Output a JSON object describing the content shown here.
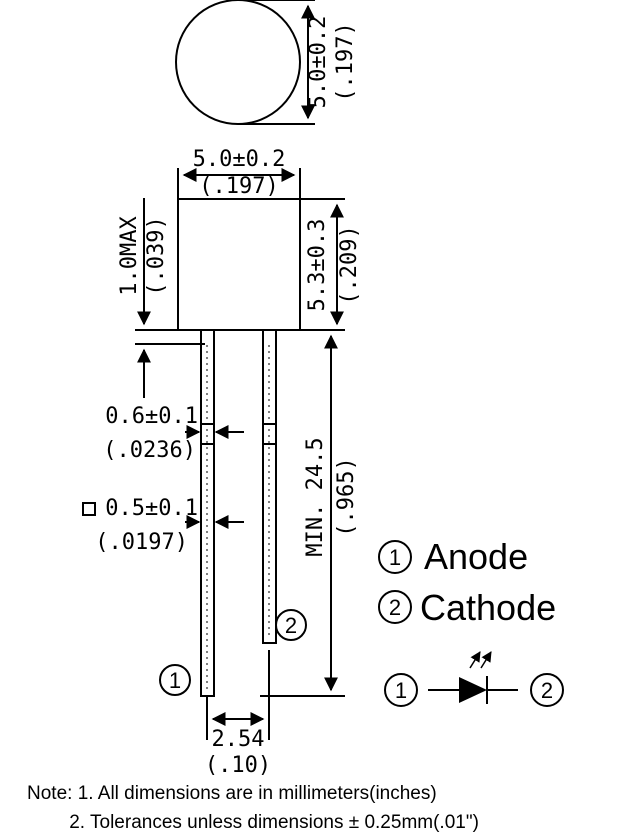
{
  "top_view": {
    "dia_mm": "5.0±0.2",
    "dia_in": "(.197)"
  },
  "side_view": {
    "width_mm": "5.0±0.2",
    "width_in": "(.197)",
    "height_mm": "5.3±0.3",
    "height_in": "(.209)",
    "flange_mm": "1.0MAX",
    "flange_in": "(.039)",
    "lead_length_mm": "MIN. 24.5",
    "lead_length_in": "(.965)",
    "lead_dia_mm": "0.6±0.1",
    "lead_dia_in": "(.0236)",
    "lead_square_mm": "0.5±0.1",
    "lead_square_in": "(.0197)",
    "pitch_mm": "2.54",
    "pitch_in": "(.10)"
  },
  "pins": {
    "pin1_marker": "1",
    "pin2_marker": "2"
  },
  "legend": {
    "pin1_number": "1",
    "pin1_label": "Anode",
    "pin2_number": "2",
    "pin2_label": "Cathode"
  },
  "symbol": {
    "left_number": "1",
    "right_number": "2"
  },
  "notes": {
    "line1": "Note: 1. All dimensions are in millimeters(inches)",
    "line2": "        2. Tolerances unless dimensions ± 0.25mm(.01\")"
  }
}
